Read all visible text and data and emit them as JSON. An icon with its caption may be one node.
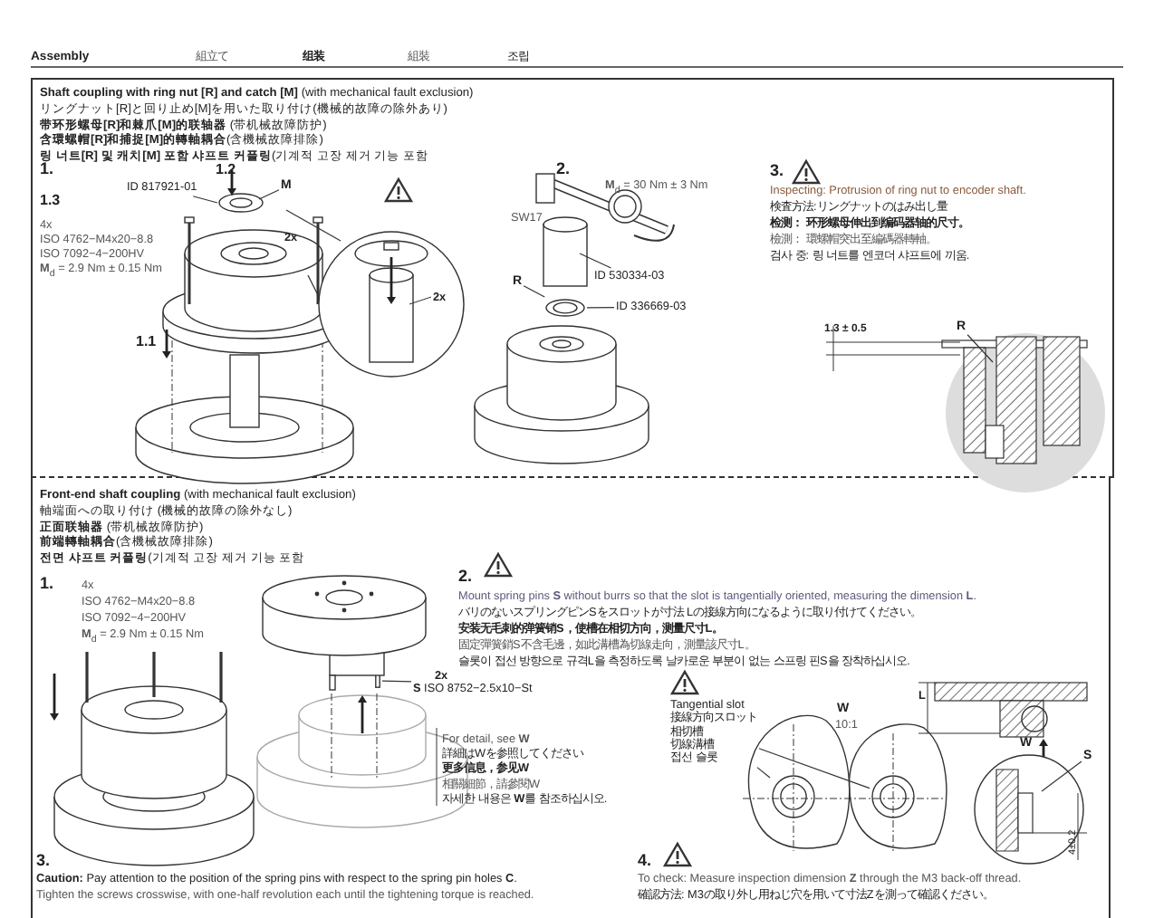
{
  "diagram": {
    "nodes": [
      {
        "text": [
          "**Shaft coupling with ring nut [R] and catch [M]** (with mechanical fault exclusion)",
          "リングナット[R]と回り止め[M]を用いた取り付け(機械的故障の除外あり)",
          "**带环形螺母[R]和棘爪[M]的联轴器** (带机械故障防护)",
          "**含環螺帽[R]和捕捉[M]的轉軸耦合**(含機械故障排除)",
          "**링 너트[R] 및 캐치[M] 포함 샤프트 커플링**(기계적 고장 제거 기능 포함"
        ]
      },
      {
        "text": [
          "**Front-end shaft coupling** (with mechanical fault exclusion)",
          "軸端面への取り付け (機械的故障の除外なし)",
          "**正面联轴器** (带机械故障防护)",
          "**前端轉軸耦合**(含機械故障排除)",
          "**전면 샤프트 커플링**(기계적 고장 제거 기능 포함"
        ]
      },
      {
        "text": [
          "ID 817921-01"
        ],
        "in": 0
      },
      {
        "text": [
          "M"
        ],
        "in": 0
      },
      {
        "text": [
          "ID 530334-03"
        ],
        "in": 0
      },
      {
        "text": [
          "R"
        ],
        "in": 0
      },
      {
        "text": [
          "ID 336669-03"
        ],
        "in": 0
      },
      {
        "text": [
          "R"
        ],
        "in": 0
      },
      {
        "text": [
          "2x",
          "**S** ISO 8752−2.5x10−St"
        ],
        "in": 1
      },
      {
        "text": [
          "Tangential slot",
          "接線方向スロット",
          "相切槽",
          "切線溝槽",
          "접선 슬롯"
        ],
        "in": 1
      },
      {
        "text": [
          "S"
        ],
        "in": 1
      },
      {
        "text": [],
        "shape": "circle",
        "in": 0
      },
      {
        "text": [],
        "shape": "bar",
        "in": 1
      },
      {
        "text": [],
        "shape": "circle",
        "in": 1
      },
      {
        "text": [],
        "shape": "circle",
        "in": 1
      }
    ],
    "edges": [
      {
        "from": 2,
        "to": null,
        "arrow": "none"
      },
      {
        "from": 3,
        "to": null,
        "arrow": "none"
      },
      {
        "from": 4,
        "to": null,
        "arrow": "none"
      },
      {
        "from": 5,
        "to": 11,
        "arrow": "none"
      },
      {
        "from": 6,
        "to": 11,
        "arrow": "none"
      },
      {
        "from": 7,
        "to": null,
        "arrow": "none"
      },
      {
        "from": 8,
        "to": 12,
        "arrow": "none"
      },
      {
        "from": 9,
        "to": 13,
        "arrow": "none"
      },
      {
        "from": 9,
        "to": 14,
        "arrow": "none"
      },
      {
        "from": 10,
        "to": null,
        "arrow": "none"
      }
    ],
    "labels": [
      "Assembly",
      "組立て",
      "组装",
      "組裝",
      "조립",
      "1.",
      "1.2",
      "1.3",
      "4x",
      "ISO 4762−M4x20−8.8",
      "ISO 7092−4−200HV",
      "**M**$_{d}$ = 2.9 Nm ± 0.15 Nm",
      "2x",
      "2x",
      "1.1",
      "2.",
      "**M**$_{d}$ = 30 Nm ± 3 Nm",
      "SW17",
      "3.",
      "Inspecting: Protrusion of ring nut to encoder shaft.",
      "検査方法:リングナットのはみ出し量",
      "检测： 环形螺母伸出到编码器轴的尺寸。",
      "檢測： 環螺帽突出至編碼器轉軸。",
      "검사 중: 링 너트를 엔코더 샤프트에 끼움.",
      "1.3 ± 0.5",
      "1.",
      "4x",
      "ISO 4762−M4x20−8.8",
      "ISO 7092−4−200HV",
      "**M**$_{d}$ = 2.9 Nm ± 0.15 Nm",
      "2.",
      "Mount spring pins **S** without burrs so that the slot is tangentially oriented, measuring the dimension **L**.",
      "バリのないスプリングピンSをスロットが寸法 Lの接線方向になるように取り付けてください。",
      "安装无毛刺的弹簧销S，使槽在相切方向，测量尺寸L。",
      "固定彈簧銷S不含毛邊，如此溝槽為切線走向，測量該尺寸L。",
      "슬롯이 접선 방향으로 규격L을 측정하도록 날카로운 부분이 없는 스프링 핀S을 장착하십시오.",
      "For detail, see **W**",
      "詳細はWを参照してください",
      "**更多信息，参见W**",
      "相關細節，請參閱W",
      "자세한 내용은 **W**를 참조하십시오.",
      "W",
      "10:1",
      "L",
      "W",
      "4±0.2",
      "3.",
      "**Caution:** Pay attention to the position of the spring pins with respect to the spring pin holes **C**.",
      "Tighten the screws crosswise, with one-half revolution each until the tightening torque is reached.",
      "4.",
      "To check: Measure inspection dimension **Z** through the M3 back-off thread.",
      "確認方法: M3の取り外し用ねじ穴を用いて寸法Zを測って確認ください。"
    ]
  }
}
